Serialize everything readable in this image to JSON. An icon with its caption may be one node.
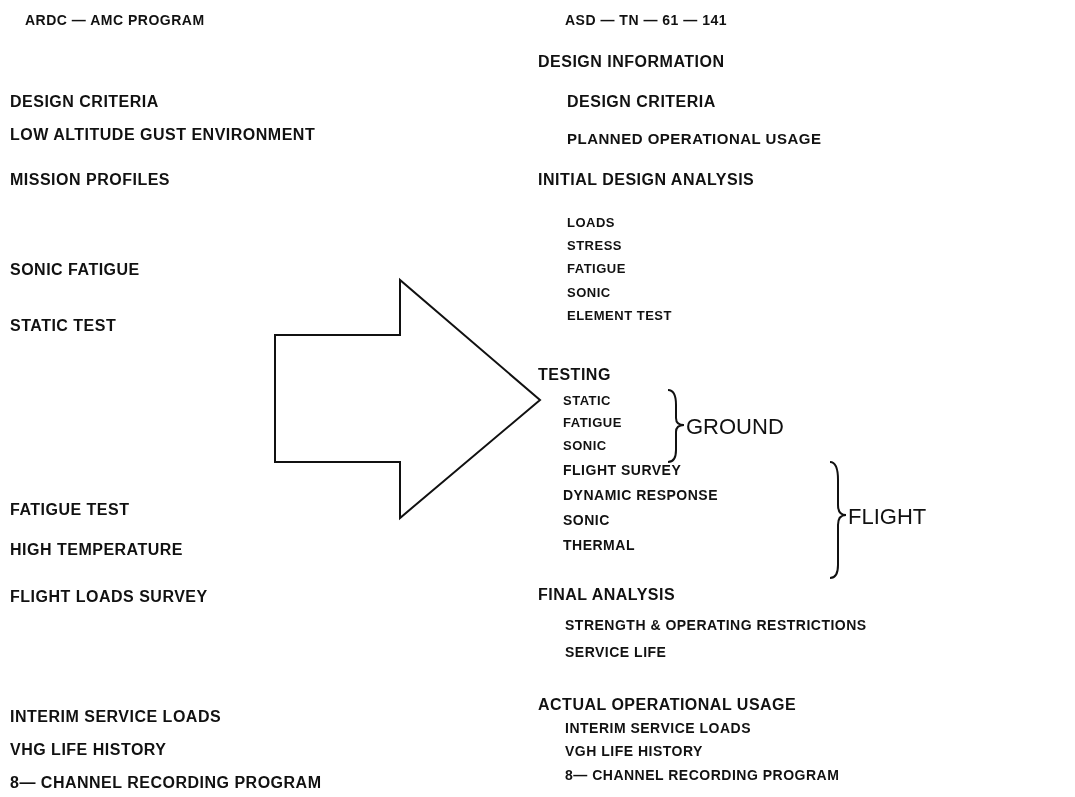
{
  "diagram": {
    "labels": [
      "ARDC — AMC PROGRAM",
      "DESIGN CRITERIA",
      "LOW ALTITUDE GUST ENVIRONMENT",
      "MISSION PROFILES",
      "SONIC FATIGUE",
      "STATIC TEST",
      "FATIGUE TEST",
      "HIGH TEMPERATURE",
      "FLIGHT LOADS SURVEY",
      "INTERIM SERVICE LOADS",
      "VHG LIFE HISTORY",
      "8— CHANNEL RECORDING PROGRAM",
      "ASD — TN — 61 — 141",
      "DESIGN INFORMATION",
      "DESIGN CRITERIA",
      "PLANNED OPERATIONAL USAGE",
      "INITIAL DESIGN ANALYSIS",
      "LOADS",
      "STRESS",
      "FATIGUE",
      "SONIC",
      "ELEMENT TEST",
      "TESTING",
      "STATIC",
      "FATIGUE",
      "SONIC",
      "GROUND",
      "FLIGHT SURVEY",
      "DYNAMIC RESPONSE",
      "SONIC",
      "THERMAL",
      "FLIGHT",
      "FINAL ANALYSIS",
      "STRENGTH & OPERATING RESTRICTIONS",
      "SERVICE LIFE",
      "ACTUAL OPERATIONAL USAGE",
      "INTERIM SERVICE LOADS",
      "VGH LIFE HISTORY",
      "8— CHANNEL RECORDING PROGRAM"
    ]
  }
}
